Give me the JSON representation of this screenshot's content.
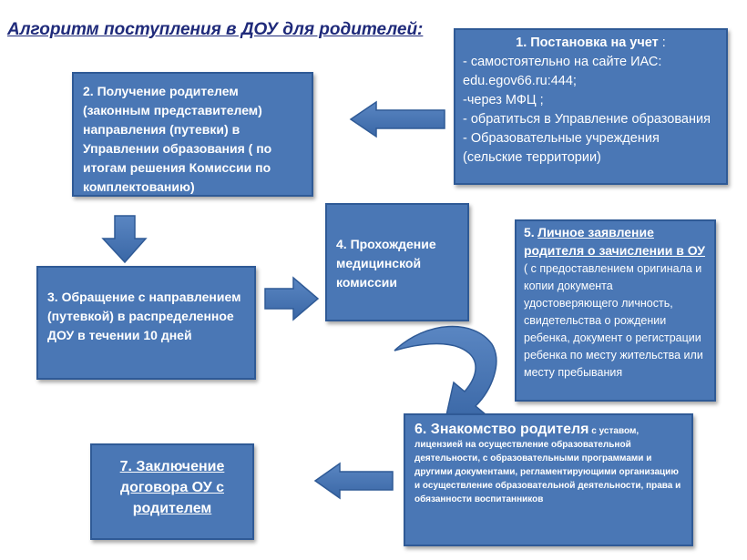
{
  "title": "Алгоритм поступления в ДОУ для родителей:",
  "box1": {
    "heading": "1. Постановка на учет",
    "heading_suffix": " :",
    "lines": [
      "- самостоятельно на сайте ИАС: edu.egov66.ru:444;",
      "-через МФЦ ;",
      "- обратиться в Управление образования",
      "- Образовательные учреждения (сельские территории)"
    ]
  },
  "box2": {
    "text": "2. Получение родителем (законным представителем) направления (путевки) в Управлении образования ( по итогам решения Комиссии по комплектованию)"
  },
  "box3": {
    "text": "3. Обращение с направлением (путевкой) в распределенное ДОУ в течении 10 дней"
  },
  "box4": {
    "text": "4. Прохождение медицинской комиссии"
  },
  "box5": {
    "number": "5.",
    "heading": "Личное заявление родителя о зачислении в ОУ",
    "text": " ( с предоставлением оригинала и копии документа удостоверяющего личность, свидетельства о рождении ребенка, документ о регистрации ребенка по месту жительства или месту пребывания"
  },
  "box6": {
    "heading": "6. Знакомство родителя",
    "text": " с уставом, лицензией на осуществление образовательной деятельности, с образовательными программами и другими документами, регламентирующими организацию и осуществление образовательной деятельности, права и обязанности воспитанников"
  },
  "box7": {
    "text": "7. Заключение договора ОУ с родителем"
  },
  "colors": {
    "box": "#4a77b5",
    "border": "#2f5a96",
    "title": "#1f2a7a"
  }
}
